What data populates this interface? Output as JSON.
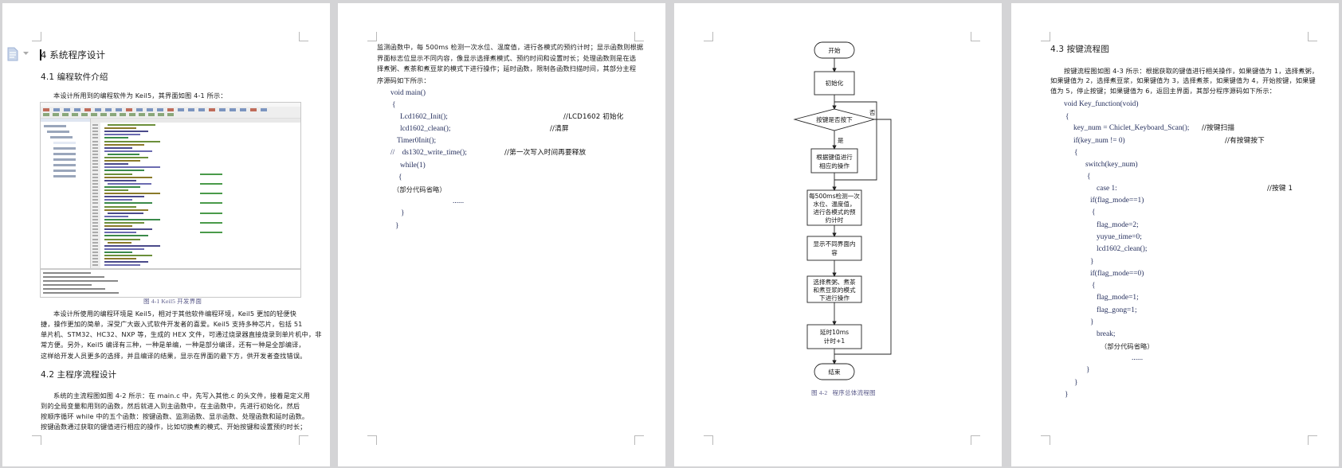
{
  "app": {
    "doc_icon": "document-outline-icon",
    "outline_toggle_icon": "caret-down-icon"
  },
  "page1": {
    "heading": "4 系统程序设计",
    "section_4_1": "4.1 编程软件介绍",
    "intro": "本设计所用到的编程软件为 Keil5，其界面如图 4-1 所示：",
    "figure_caption": "图 4-1 Keil5 开发界面",
    "para_keil": [
      "本设计所使用的编程环境是 Keil5，相对于其他软件编程环境，Keil5 更加的轻便快",
      "捷，操作更加的简单，深受广大嵌入式软件开发者的喜爱。Keil5 支持多种芯片，包括 51",
      "单片机、STM32、HC32、NXP 等，生成的 HEX 文件，可通过烧录器直接烧录到单片机中，非",
      "常方便。另外，Keil5 编译有三种，一种是单编，一种是部分编译，还有一种是全部编译，",
      "这样给开发人员更多的选择，并且编译的结果，显示在界面的最下方，供开发者查找错误。"
    ],
    "section_4_2": "4.2 主程序流程设计",
    "para_main": [
      "系统的主流程图如图 4-2 所示：在 main.c 中，先写入其他.c 的头文件，接着是定义用",
      "到的全局变量和用到的函数，然后就进入到主函数中，在主函数中，先进行初始化，然后",
      "按顺序循环 while 中的五个函数：按键函数、监测函数、显示函数、处理函数和延时函数。",
      "按键函数通过获取的键值进行相应的操作，比如切换煮的模式、开始按键和设置预约时长；"
    ]
  },
  "page2": {
    "para": [
      "监测函数中，每 500ms 检测一次水位、温度值，进行各模式的预约计时；显示函数则根据",
      "界面标志位显示不同内容，像显示选择煮模式、预约时间和设置时长；处理函数则是在选",
      "择煮粥、煮茶和煮豆浆的模式下进行操作；延时函数，限制各函数扫描时间，其部分主程",
      "序源码如下所示："
    ],
    "code": [
      {
        "text": "void main()",
        "comment": ""
      },
      {
        "text": "{",
        "comment": ""
      },
      {
        "text": "Lcd1602_Init();",
        "comment": "//LCD1602 初始化"
      },
      {
        "text": "lcd1602_clean();",
        "comment": "//清屏"
      },
      {
        "text": "Timer0Init();",
        "comment": ""
      },
      {
        "text": "//    ds1302_write_time();",
        "comment": "//第一次写入时间再要释放"
      },
      {
        "text": "while(1)",
        "comment": ""
      },
      {
        "text": "{",
        "comment": ""
      },
      {
        "text": "（部分代码省略）",
        "comment": ""
      },
      {
        "text": "......",
        "comment": ""
      },
      {
        "text": "}",
        "comment": ""
      },
      {
        "text": "}",
        "comment": ""
      }
    ]
  },
  "page3": {
    "flowchart": {
      "start": "开始",
      "init": "初始化",
      "decision": "按键是否按下",
      "yes": "是",
      "no": "否",
      "key_action": [
        "根据键值进行",
        "相应的操作"
      ],
      "monitor": [
        "每500ms检测一次",
        "水位、温度值，",
        "进行各模式的预",
        "约计时"
      ],
      "display": [
        "显示不同界面内",
        "容"
      ],
      "process": [
        "选择煮粥、煮茶",
        "和煮豆浆的模式",
        "下进行操作"
      ],
      "delay": [
        "延时10ms",
        "计时+1"
      ],
      "end": "结束"
    },
    "caption": "图 4-2   程序总体流程图"
  },
  "page4": {
    "heading": "4.3 按键流程图",
    "para": [
      "按键流程图如图 4-3 所示：根据获取的键值进行相关操作，如果键值为 1，选择煮粥，",
      "如果键值为 2，选择煮豆浆，如果键值为 3，选择煮茶，如果键值为 4，开始按键，如果键",
      "值为 5，停止按键；如果键值为 6，返回主界面，其部分程序源码如下所示："
    ],
    "code": [
      {
        "text": "void Key_function(void)",
        "comment": ""
      },
      {
        "text": "{",
        "comment": ""
      },
      {
        "text": "key_num = Chiclet_Keyboard_Scan(); ",
        "comment": "//按键扫描"
      },
      {
        "text": "if(key_num != 0)",
        "comment": "//有按键按下"
      },
      {
        "text": "{",
        "comment": ""
      },
      {
        "text": "switch(key_num)",
        "comment": ""
      },
      {
        "text": "{",
        "comment": ""
      },
      {
        "text": "case 1:",
        "comment": "//按键 1"
      },
      {
        "text": "if(flag_mode==1)",
        "comment": ""
      },
      {
        "text": "{",
        "comment": ""
      },
      {
        "text": "flag_mode=2;",
        "comment": ""
      },
      {
        "text": "yuyue_time=0;",
        "comment": ""
      },
      {
        "text": "lcd1602_clean();",
        "comment": ""
      },
      {
        "text": "}",
        "comment": ""
      },
      {
        "text": "if(flag_mode==0)",
        "comment": ""
      },
      {
        "text": "{",
        "comment": ""
      },
      {
        "text": "flag_mode=1;",
        "comment": ""
      },
      {
        "text": "flag_gong=1;",
        "comment": ""
      },
      {
        "text": "}",
        "comment": ""
      },
      {
        "text": "break;",
        "comment": ""
      },
      {
        "text": "（部分代码省略）",
        "comment": ""
      },
      {
        "text": "......",
        "comment": ""
      },
      {
        "text": "}",
        "comment": ""
      },
      {
        "text": "}",
        "comment": ""
      },
      {
        "text": "}",
        "comment": ""
      }
    ]
  },
  "colors": {
    "workspace": "#d4d4d6",
    "page": "#ffffff",
    "code_text": "#26305e",
    "caption": "#5a5a8a"
  }
}
